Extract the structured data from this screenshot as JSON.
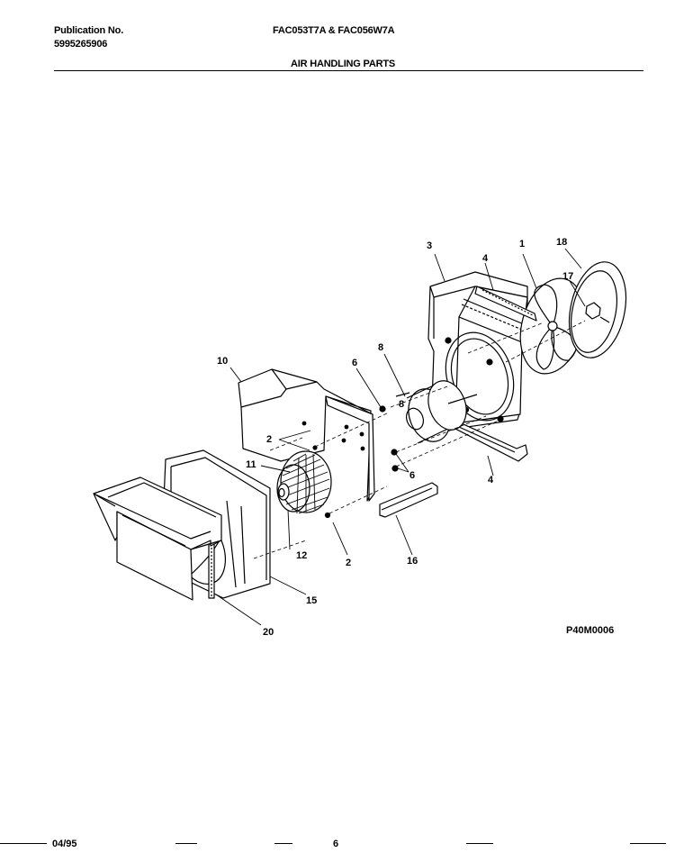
{
  "header": {
    "publication_label": "Publication No.",
    "publication_number": "5995265906",
    "models": "FAC053T7A & FAC056W7A",
    "section_title": "AIR HANDLING PARTS"
  },
  "callouts": {
    "c1": "1",
    "c2a": "2",
    "c2b": "2",
    "c3": "3",
    "c4a": "4",
    "c4b": "4",
    "c6a": "6",
    "c6b": "6",
    "c8a": "8",
    "c8b": "8",
    "c10": "10",
    "c11": "11",
    "c12": "12",
    "c15": "15",
    "c16": "16",
    "c17": "17",
    "c18": "18",
    "c20": "20"
  },
  "diagram_code": "P40M0006",
  "footer": {
    "date": "04/95",
    "page_number": "6"
  }
}
